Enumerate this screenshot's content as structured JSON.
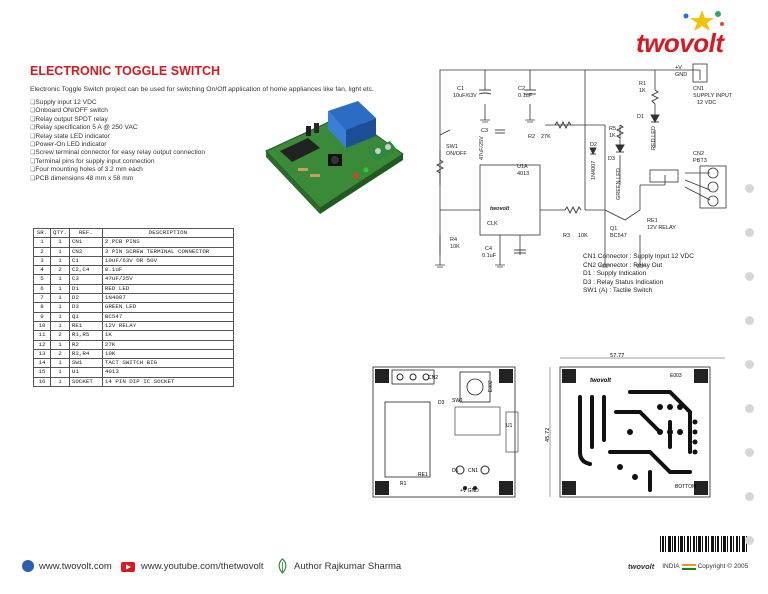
{
  "logo": {
    "text": "twovolt"
  },
  "title": "ELECTRONIC TOGGLE SWITCH",
  "intro": "Electronic Toggle Switch project can be used for switching On/Off application of home appliances like fan, light etc.",
  "features": [
    "Supply input 12 VDC",
    "Onboard ON/OFF switch",
    "Relay output SPDT relay",
    "Relay specification 5 A @ 250 VAC",
    "Relay state LED indicator",
    "Power-On LED indicator",
    "Screw terminal connector for easy relay output connection",
    "Terminal pins for supply input connection",
    "Four mounting holes of 3.2 mm each",
    "PCB dimensions 48 mm x 58 mm"
  ],
  "bom": {
    "headers": [
      "SR.",
      "QTY.",
      "REF.",
      "DESCRIPTION"
    ],
    "rows": [
      [
        "1",
        "1",
        "CN1",
        "2 PCB PINS"
      ],
      [
        "2",
        "1",
        "CN2",
        "3 PIN SCREW TERMINAL CONNECTOR"
      ],
      [
        "3",
        "1",
        "C1",
        "10uF/63V OR 50V"
      ],
      [
        "4",
        "2",
        "C2,C4",
        "0.1uF"
      ],
      [
        "5",
        "1",
        "C3",
        "47uF/25V"
      ],
      [
        "6",
        "1",
        "D1",
        "RED LED"
      ],
      [
        "7",
        "1",
        "D2",
        "1N4007"
      ],
      [
        "8",
        "1",
        "D3",
        "GREEN LED"
      ],
      [
        "9",
        "1",
        "Q1",
        "BC547"
      ],
      [
        "10",
        "1",
        "RE1",
        "12V RELAY"
      ],
      [
        "11",
        "2",
        "R1,R5",
        "1K"
      ],
      [
        "12",
        "1",
        "R2",
        "27K"
      ],
      [
        "13",
        "2",
        "R3,R4",
        "10K"
      ],
      [
        "14",
        "1",
        "SW1",
        "TACT SWITCH BIG"
      ],
      [
        "15",
        "1",
        "U1",
        "4013"
      ],
      [
        "16",
        "1",
        "SOCKET",
        "14 PIN DIP IC SOCKET"
      ]
    ]
  },
  "schematic": {
    "c1": "C1",
    "c1_val": "10uF/63V",
    "c2": "C2",
    "c2_val": "0.1uF",
    "r1": "R1",
    "r1_val": "1K",
    "vplus": "+V",
    "gnd": "GND",
    "cn1": "CN1",
    "supply_input": "SUPPLY INPUT",
    "vdc": "12 VDC",
    "c3": "C3",
    "c3_val": "47uF/25V",
    "r2": "R2",
    "r2_val": "27K",
    "r5": "R5",
    "r5_val": "1K",
    "d1": "D1",
    "d1_val": "RED LED",
    "d2": "D2",
    "d2_val": "1N4007",
    "d3": "D3",
    "d3_val": "GREEN LED",
    "sw1": "SW1",
    "sw1_val": "ON/OFF",
    "u1a": "U1A",
    "u1a_val": "4013",
    "cn2": "CN2",
    "cn2_val": "PBT3",
    "re1": "RE1",
    "re1_val": "12V RELAY",
    "r3": "R3",
    "r3_val": "10K",
    "q1": "Q1",
    "q1_val": "BC547",
    "r4": "R4",
    "r4_val": "10K",
    "c4": "C4",
    "c4_val": "0.1uF",
    "brand": "twovolt",
    "clk": "CLK"
  },
  "connectors": [
    "CN1 Connector : Supply Input 12 VDC",
    "CN2 Connector : Relay Out",
    "D1 : Supply Indication",
    "D3 : Relay Status Indication",
    "SW1 (A) : Tactile Switch"
  ],
  "pcb": {
    "top_dim": "57.77",
    "side_dim": "45.72",
    "silk_cn2": "CN2",
    "silk_sw1": "SW1",
    "silk_e002": "E002",
    "silk_re1": "RE1",
    "silk_r1": "R1",
    "silk_u1": "U1",
    "silk_d1": "D1",
    "silk_d3": "D3",
    "silk_cn1": "CN1",
    "silk_vgnd": "+V GND",
    "silk_bottom": "BOTTOM",
    "brand": "twovolt",
    "copper_label": "E003"
  },
  "footer": {
    "website": "www.twovolt.com",
    "youtube": "www.youtube.com/thetwovolt",
    "author": "Author Rajkumar Sharma"
  },
  "bottom_right": {
    "brand": "twovolt",
    "india": "INDIA",
    "copyright": "Copyright © 2005"
  },
  "colors": {
    "accent": "#d71920",
    "pcb_green": "#2f7d32",
    "relay_blue": "#1f5fa8"
  }
}
